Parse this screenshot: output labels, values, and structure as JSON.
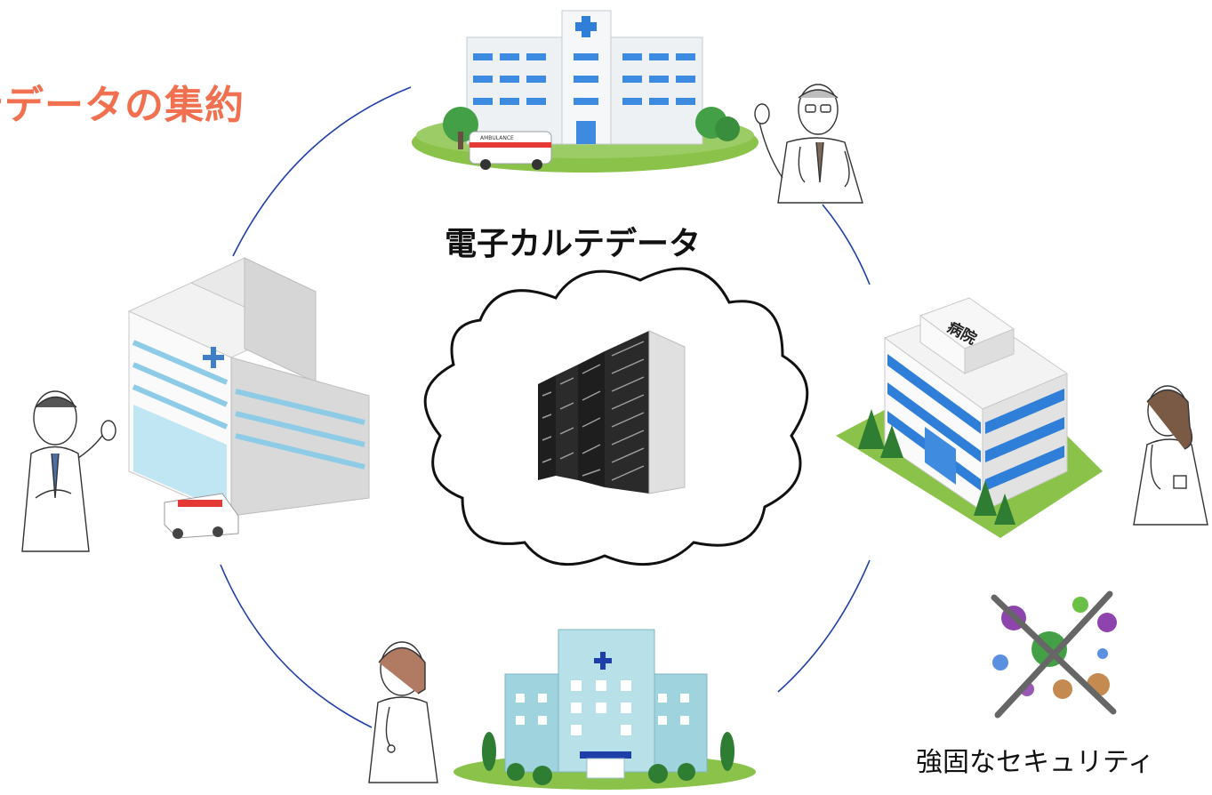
{
  "title": "テデータの集約",
  "center_label": "電子カルテデータ",
  "hospital_sign": "病院",
  "ambulance_text": "AMBULANCE",
  "security_label": "強固なセキュリティ",
  "colors": {
    "title": "#f0704f",
    "connector": "#1f3fa8",
    "cross_mark": "#666666",
    "grass": "#8bc34a",
    "window_blue": "#2f7fd8"
  }
}
